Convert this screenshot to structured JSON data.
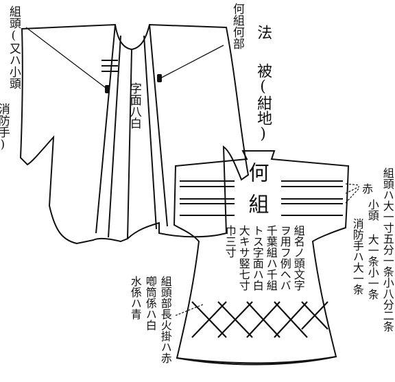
{
  "title": {
    "line1": "法",
    "line2": "被(紺地)"
  },
  "back_coat": {
    "label_leader": "組頭(又ハ小頭",
    "label_leader_alt": "消防手)",
    "label_group_name": "何組何部",
    "collar_text": "字面八白"
  },
  "front_coat": {
    "big_char_1": "何",
    "big_char_2": "組",
    "note_columns": [
      "組名ノ頭文字",
      "ヲ用フ例ヘバ",
      "千葉組ハ千組",
      "トス字面ハ白",
      "大キサ竪七寸",
      "巾三寸"
    ]
  },
  "stripe_notes": {
    "red_label": "赤",
    "leader_rule": "組頭ハ大一寸五分一条小八分二条",
    "kogashira_rule": "小頭 大一条小一条",
    "fireman_rule": "消防手ハ大一条"
  },
  "cross_notes": {
    "column_1": "組頭部長火掛ハ赤",
    "column_2": "喞筒係ハ白",
    "column_3": "水係ハ青"
  },
  "colors": {
    "ink": "#111111",
    "paper": "#ffffff"
  }
}
